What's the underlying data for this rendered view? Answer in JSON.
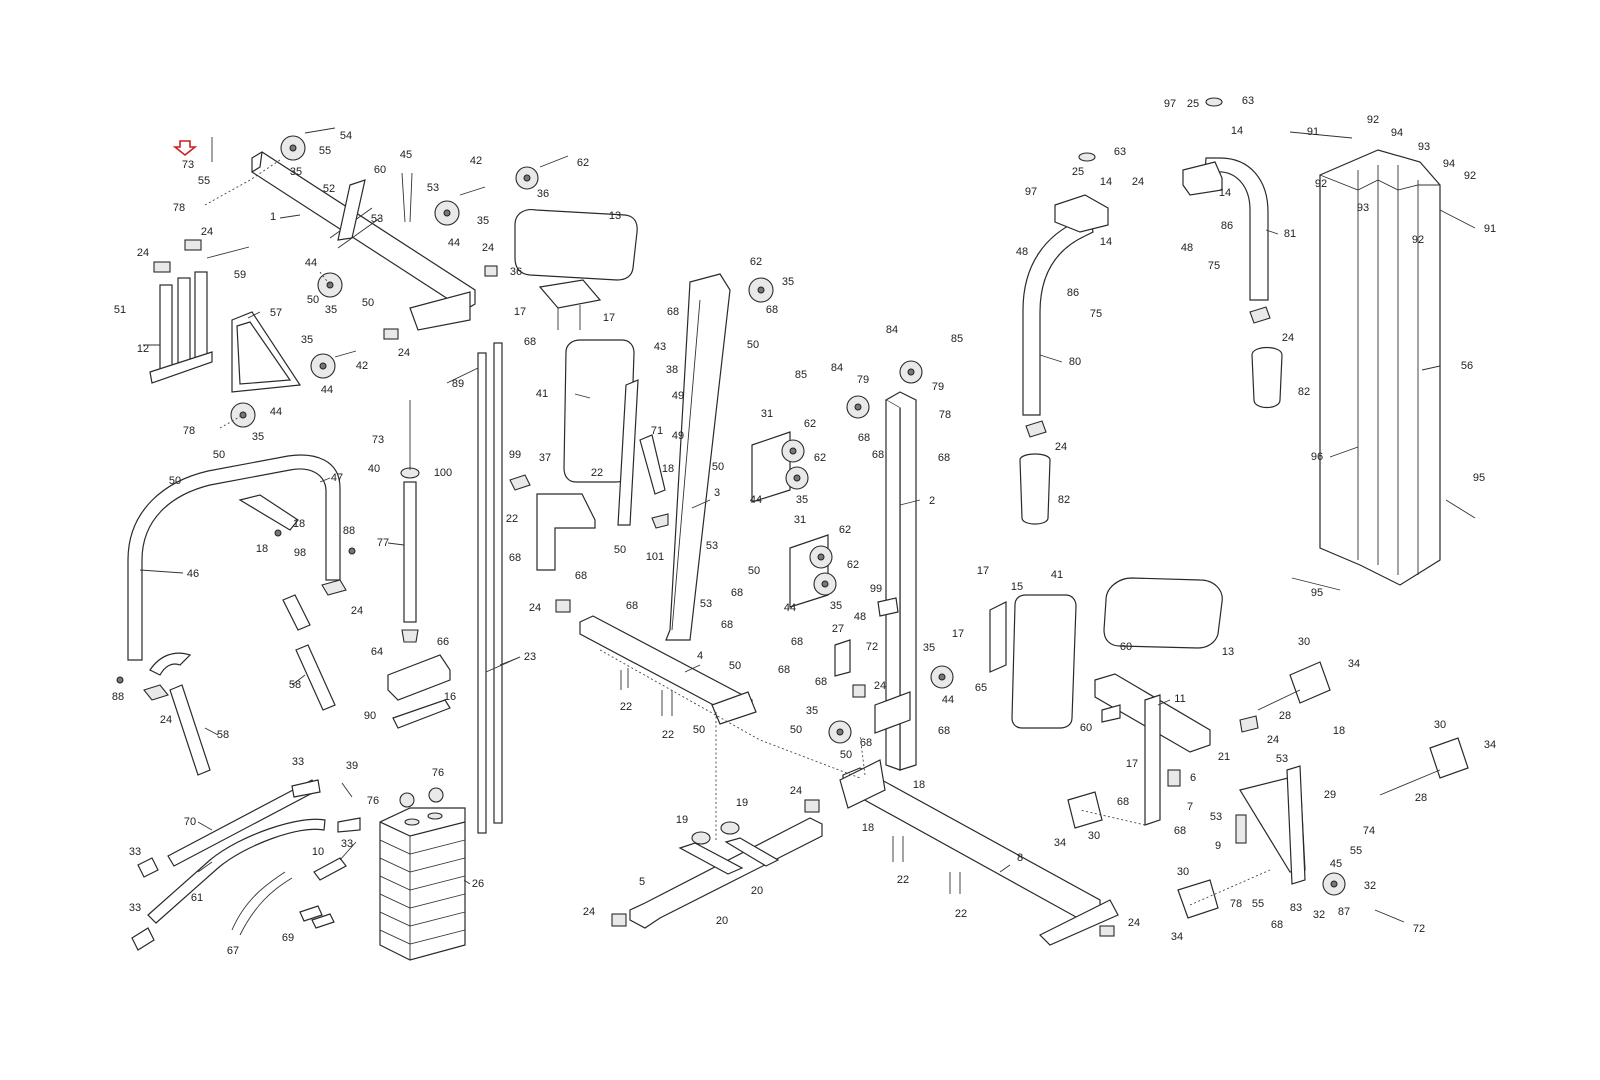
{
  "accent_color": "#cc1f1f",
  "marker": {
    "label": "73",
    "icon": "arrow-down-icon"
  },
  "labels": {
    "l1": "1",
    "l2": "2",
    "l3": "3",
    "l4": "4",
    "l5": "5",
    "l6": "6",
    "l7": "7",
    "l8": "8",
    "l9": "9",
    "l10": "10",
    "l11": "11",
    "l12": "12",
    "l13": "13",
    "l14": "14",
    "l15": "15",
    "l16": "16",
    "l17": "17",
    "l18": "18",
    "l19": "19",
    "l20": "20",
    "l21": "21",
    "l22": "22",
    "l23": "23",
    "l24": "24",
    "l25": "25",
    "l26": "26",
    "l27": "27",
    "l28": "28",
    "l29": "29",
    "l30": "30",
    "l31": "31",
    "l32": "32",
    "l33": "33",
    "l34": "34",
    "l35": "35",
    "l36": "36",
    "l37": "37",
    "l38": "38",
    "l39": "39",
    "l40": "40",
    "l41": "41",
    "l42": "42",
    "l43": "43",
    "l44": "44",
    "l45": "45",
    "l46": "46",
    "l47": "47",
    "l48": "48",
    "l49": "49",
    "l50": "50",
    "l51": "51",
    "l52": "52",
    "l53": "53",
    "l54": "54",
    "l55": "55",
    "l56": "56",
    "l57": "57",
    "l58": "58",
    "l59": "59",
    "l60": "60",
    "l61": "61",
    "l62": "62",
    "l63": "63",
    "l64": "64",
    "l65": "65",
    "l66": "66",
    "l67": "67",
    "l68": "68",
    "l69": "69",
    "l70": "70",
    "l71": "71",
    "l72": "72",
    "l73": "73",
    "l74": "74",
    "l75": "75",
    "l76": "76",
    "l77": "77",
    "l78": "78",
    "l79": "79",
    "l80": "80",
    "l81": "81",
    "l82": "82",
    "l83": "83",
    "l84": "84",
    "l85": "85",
    "l86": "86",
    "l87": "87",
    "l88": "88",
    "l89": "89",
    "l90": "90",
    "l91": "91",
    "l92": "92",
    "l93": "93",
    "l94": "94",
    "l95": "95",
    "l96": "96",
    "l97": "97",
    "l98": "98",
    "l99": "99",
    "l100": "100",
    "l101": "101"
  }
}
